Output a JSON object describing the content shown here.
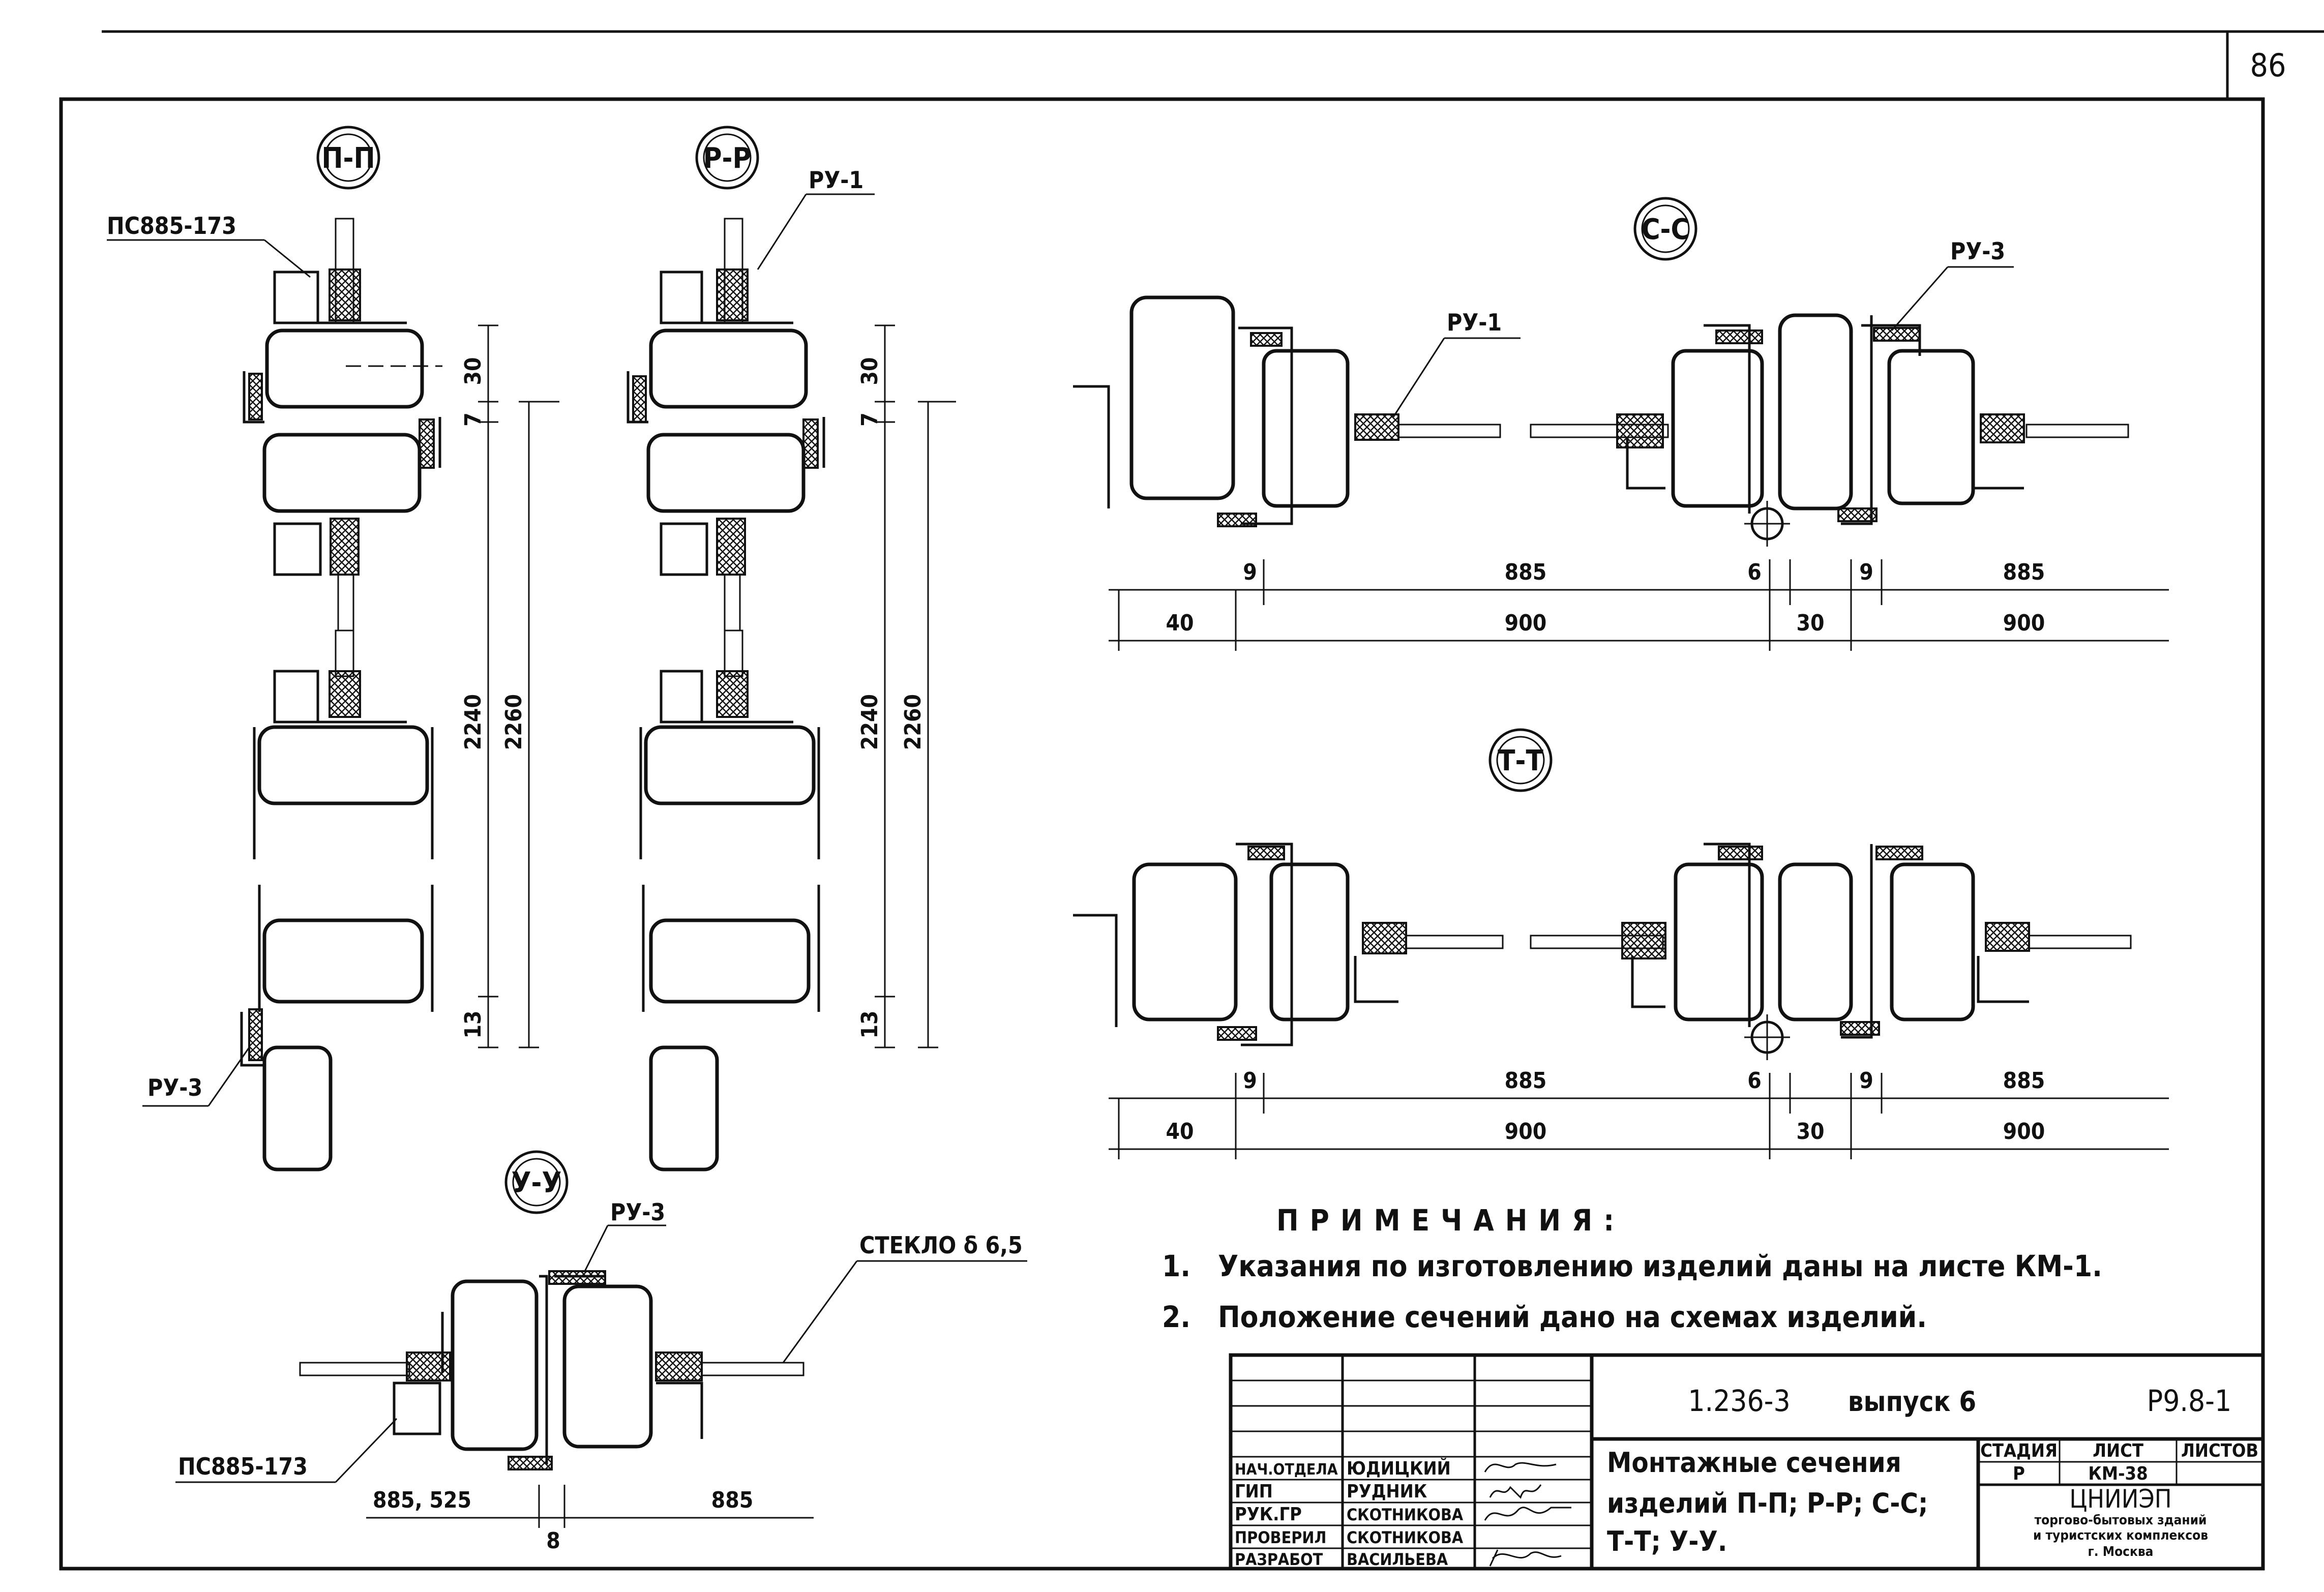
{
  "page_number": "86",
  "sections": {
    "pp": "П-П",
    "rr": "Р-Р",
    "ss": "С-С",
    "tt": "Т-Т",
    "uu": "У-У"
  },
  "labels": {
    "ps885_top": "ПС885-173",
    "ru1_rr": "РУ-1",
    "ru3_pp": "РУ-3",
    "ru1_ss": "РУ-1",
    "ru3_ss": "РУ-3",
    "ru3_uu": "РУ-3",
    "glass": "СТЕКЛО δ 6,5",
    "ps885_bottom": "ПС885-173"
  },
  "dimensions": {
    "pp_30": "30",
    "pp_7": "7",
    "pp_2240": "2240",
    "pp_2260": "2260",
    "pp_13": "13",
    "rr_30": "30",
    "rr_7": "7",
    "rr_2240": "2240",
    "rr_2260": "2260",
    "rr_13": "13",
    "ss_9a": "9",
    "ss_885a": "885",
    "ss_6": "6",
    "ss_9b": "9",
    "ss_885b": "885",
    "ss_40": "40",
    "ss_900a": "900",
    "ss_30": "30",
    "ss_900b": "900",
    "tt_9a": "9",
    "tt_885a": "885",
    "tt_6": "6",
    "tt_9b": "9",
    "tt_885b": "885",
    "tt_40": "40",
    "tt_900a": "900",
    "tt_30": "30",
    "tt_900b": "900",
    "uu_885_525": "885, 525",
    "uu_885": "885",
    "uu_8": "8"
  },
  "notes": {
    "heading": "ПРИМЕЧАНИЯ:",
    "items": [
      {
        "num": "1.",
        "text": "Указания по изготовлению изделий даны на листе КМ-1."
      },
      {
        "num": "2.",
        "text": "Положение сечений дано на схемах изделий."
      }
    ]
  },
  "title_block": {
    "doc_code": "1.236-3",
    "issue": "выпуск 6",
    "sheet_code": "Р9.8-1",
    "title_lines": [
      "Монтажные сечения",
      "изделий П-П; Р-Р; С-С;",
      "Т-Т; У-У."
    ],
    "stage_label": "СТАДИЯ",
    "sheet_label": "ЛИСТ",
    "sheets_label": "ЛИСТОВ",
    "stage": "Р",
    "sheet": "КМ-38",
    "org": "ЦНИИЭП",
    "org_sub1": "торгово-бытовых зданий",
    "org_sub2": "и туристских комплексов",
    "org_city": "г. Москва",
    "signatories": [
      {
        "role": "НАЧ.ОТДЕЛА",
        "name": "ЮДИЦКИЙ"
      },
      {
        "role": "ГИП",
        "name": "РУДНИК"
      },
      {
        "role": "РУК.ГР",
        "name": "СКОТНИКОВА"
      },
      {
        "role": "ПРОВЕРИЛ",
        "name": "СКОТНИКОВА"
      },
      {
        "role": "РАЗРАБОТ",
        "name": "ВАСИЛЬЕВА"
      }
    ]
  }
}
